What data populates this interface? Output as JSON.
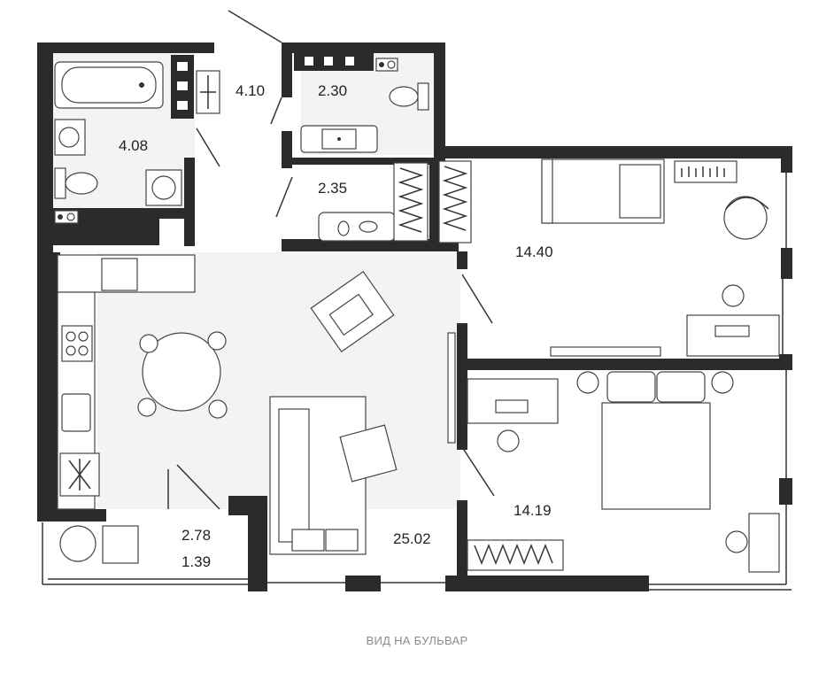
{
  "rooms": [
    {
      "id": "bathroom",
      "area": "4.08"
    },
    {
      "id": "hall",
      "area": "4.10"
    },
    {
      "id": "wc",
      "area": "2.30"
    },
    {
      "id": "wardrobe",
      "area": "2.35"
    },
    {
      "id": "bedroom-top",
      "area": "14.40"
    },
    {
      "id": "bedroom-bottom",
      "area": "14.19"
    },
    {
      "id": "living-kitchen",
      "area": "25.02"
    },
    {
      "id": "balcony",
      "area": "2.78"
    },
    {
      "id": "balcony-reduced",
      "area": "1.39"
    }
  ],
  "caption": "ВИД НА БУЛЬВАР",
  "colors": {
    "wall": "#2b2b2b",
    "floor": "#f3f3f3",
    "caption": "#8a8a8a"
  }
}
